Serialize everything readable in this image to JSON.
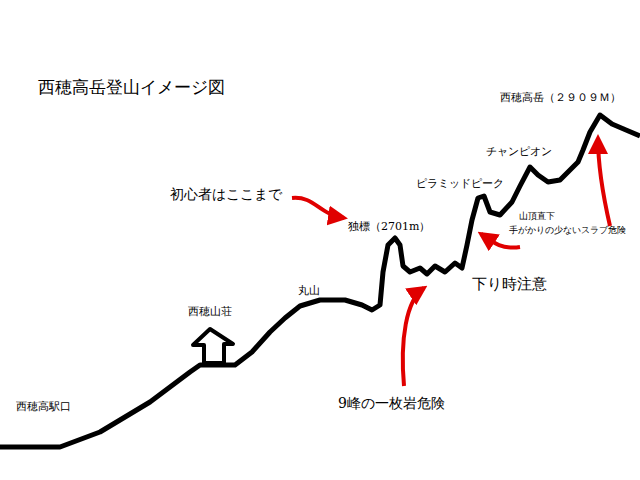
{
  "diagram": {
    "title": "西穂高岳登山イメージ図",
    "labels": [
      "西穂高岳（２９０９Ｍ）",
      "チャンピオン",
      "ピラミッドピーク",
      "初心者はここまで",
      "独標（2701m）",
      "山頂直下",
      "手がかりの少ないスラブ危険",
      "西穂山荘",
      "丸山",
      "下り時注意",
      "9峰の一枚岩危険",
      "西穂高駅口"
    ]
  }
}
